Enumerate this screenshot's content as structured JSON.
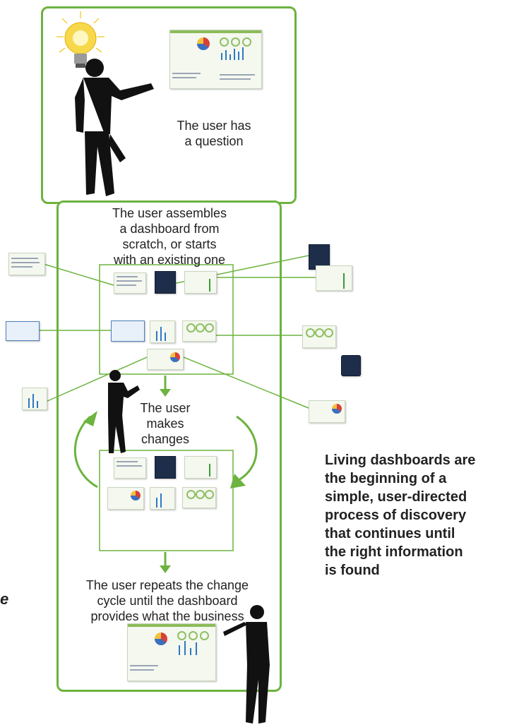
{
  "labels": {
    "question": "The user has\na question",
    "assembles": "The user assembles\na dashboard from\nscratch, or starts\nwith an existing one",
    "makes_changes": "The user\nmakes\nchanges",
    "repeats": "The user repeats the change\ncycle until the dashboard\nprovides what the business\nneeds",
    "side_note": "Living dashboards are\nthe beginning of a\nsimple, user-directed\nprocess of discovery\nthat continues until\nthe right information\nis found",
    "partial_edge": "e"
  },
  "colors": {
    "accent_green": "#6cb33f",
    "silhouette": "#111111",
    "bulb_glow": "#f7d84a"
  },
  "icons": [
    "light-bulb-icon",
    "presenter-silhouette",
    "dashboard-thumbnail",
    "down-arrow-icon",
    "cycle-arrow-icon"
  ]
}
